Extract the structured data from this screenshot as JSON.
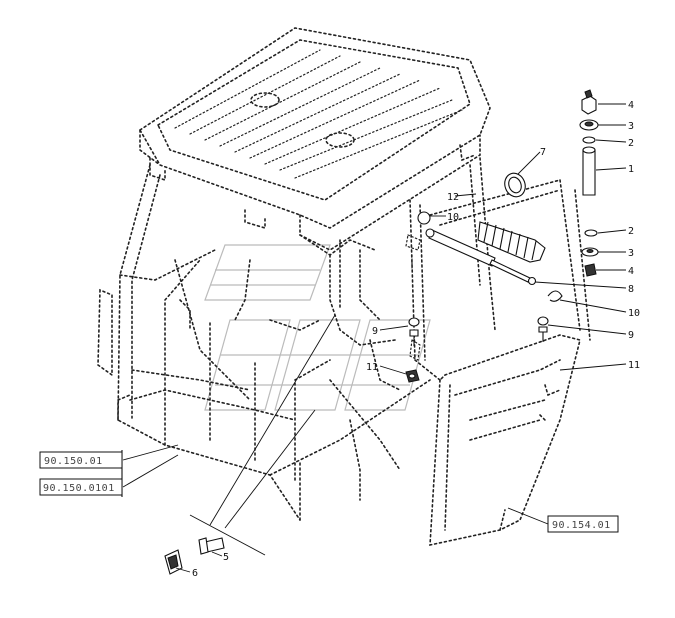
{
  "callouts": [
    {
      "id": "c1",
      "label": "1"
    },
    {
      "id": "c2",
      "label": "2"
    },
    {
      "id": "c3",
      "label": "3"
    },
    {
      "id": "c4",
      "label": "4"
    },
    {
      "id": "c2b",
      "label": "2"
    },
    {
      "id": "c3b",
      "label": "3"
    },
    {
      "id": "c4b",
      "label": "4"
    },
    {
      "id": "c5",
      "label": "5"
    },
    {
      "id": "c6",
      "label": "6"
    },
    {
      "id": "c7",
      "label": "7"
    },
    {
      "id": "c8",
      "label": "8"
    },
    {
      "id": "c9a",
      "label": "9"
    },
    {
      "id": "c9b",
      "label": "9"
    },
    {
      "id": "c10a",
      "label": "10"
    },
    {
      "id": "c10b",
      "label": "10"
    },
    {
      "id": "c11a",
      "label": "11"
    },
    {
      "id": "c11b",
      "label": "11"
    },
    {
      "id": "c12",
      "label": "12"
    }
  ],
  "references": {
    "ref1": "90.150.01",
    "ref2": "90.150.0101",
    "ref3": "90.154.01"
  }
}
